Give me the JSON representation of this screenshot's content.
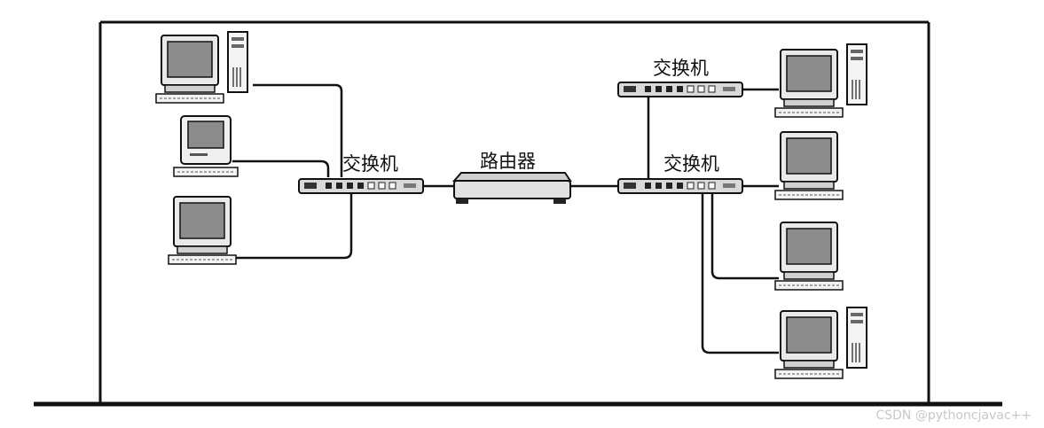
{
  "diagram": {
    "labels": {
      "switch_left": "交换机",
      "router": "路由器",
      "switch_right_top": "交换机",
      "switch_right_bottom": "交换机"
    },
    "colors": {
      "line": "#111111",
      "device_fill": "#d9d9d9",
      "screen": "#8c8c8c"
    }
  },
  "watermark": "CSDN @pythoncjavac++"
}
